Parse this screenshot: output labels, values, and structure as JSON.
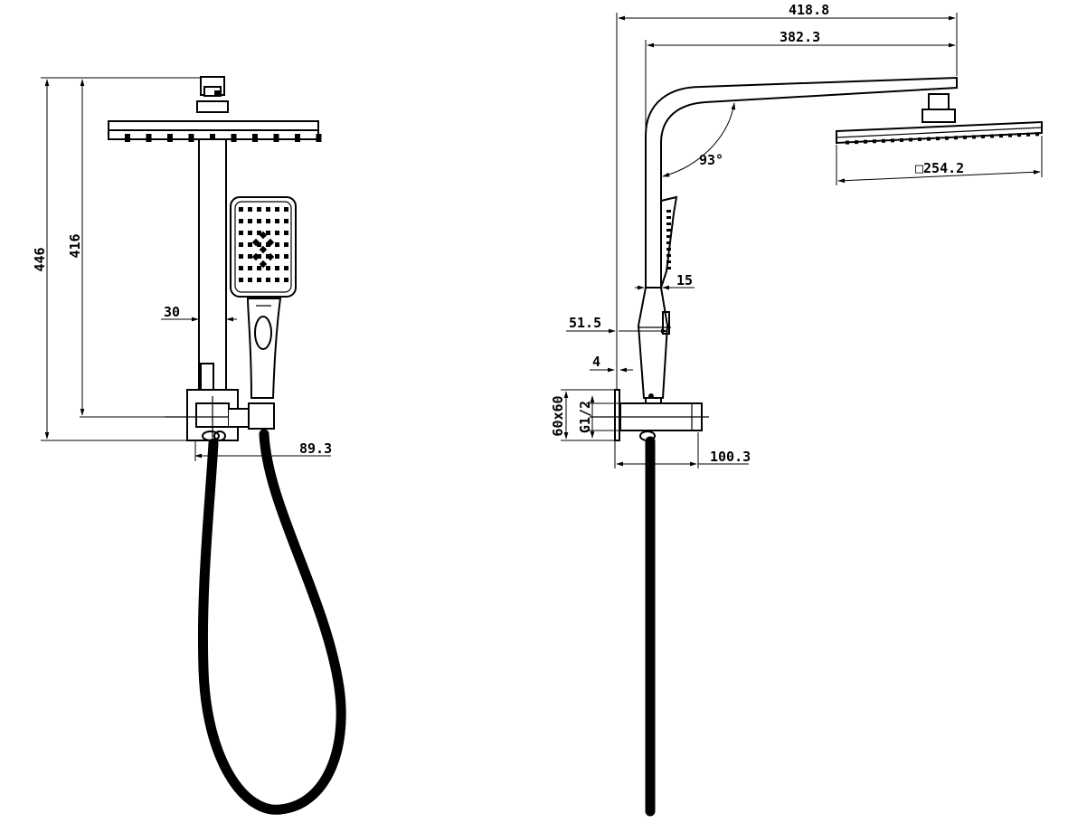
{
  "drawing": {
    "front_view": {
      "overall_height": "446",
      "arm_height": "416",
      "riser_width": "30",
      "handshower_offset": "89.3"
    },
    "side_view": {
      "overall_projection": "418.8",
      "arm_projection": "382.3",
      "arm_angle": "93°",
      "head_size": "□254.2",
      "handshower_depth": "15",
      "riser_offset": "51.5",
      "plate_thickness": "4",
      "wall_plate": "60x60",
      "thread": "G1/2",
      "mixer_projection": "100.3"
    }
  }
}
